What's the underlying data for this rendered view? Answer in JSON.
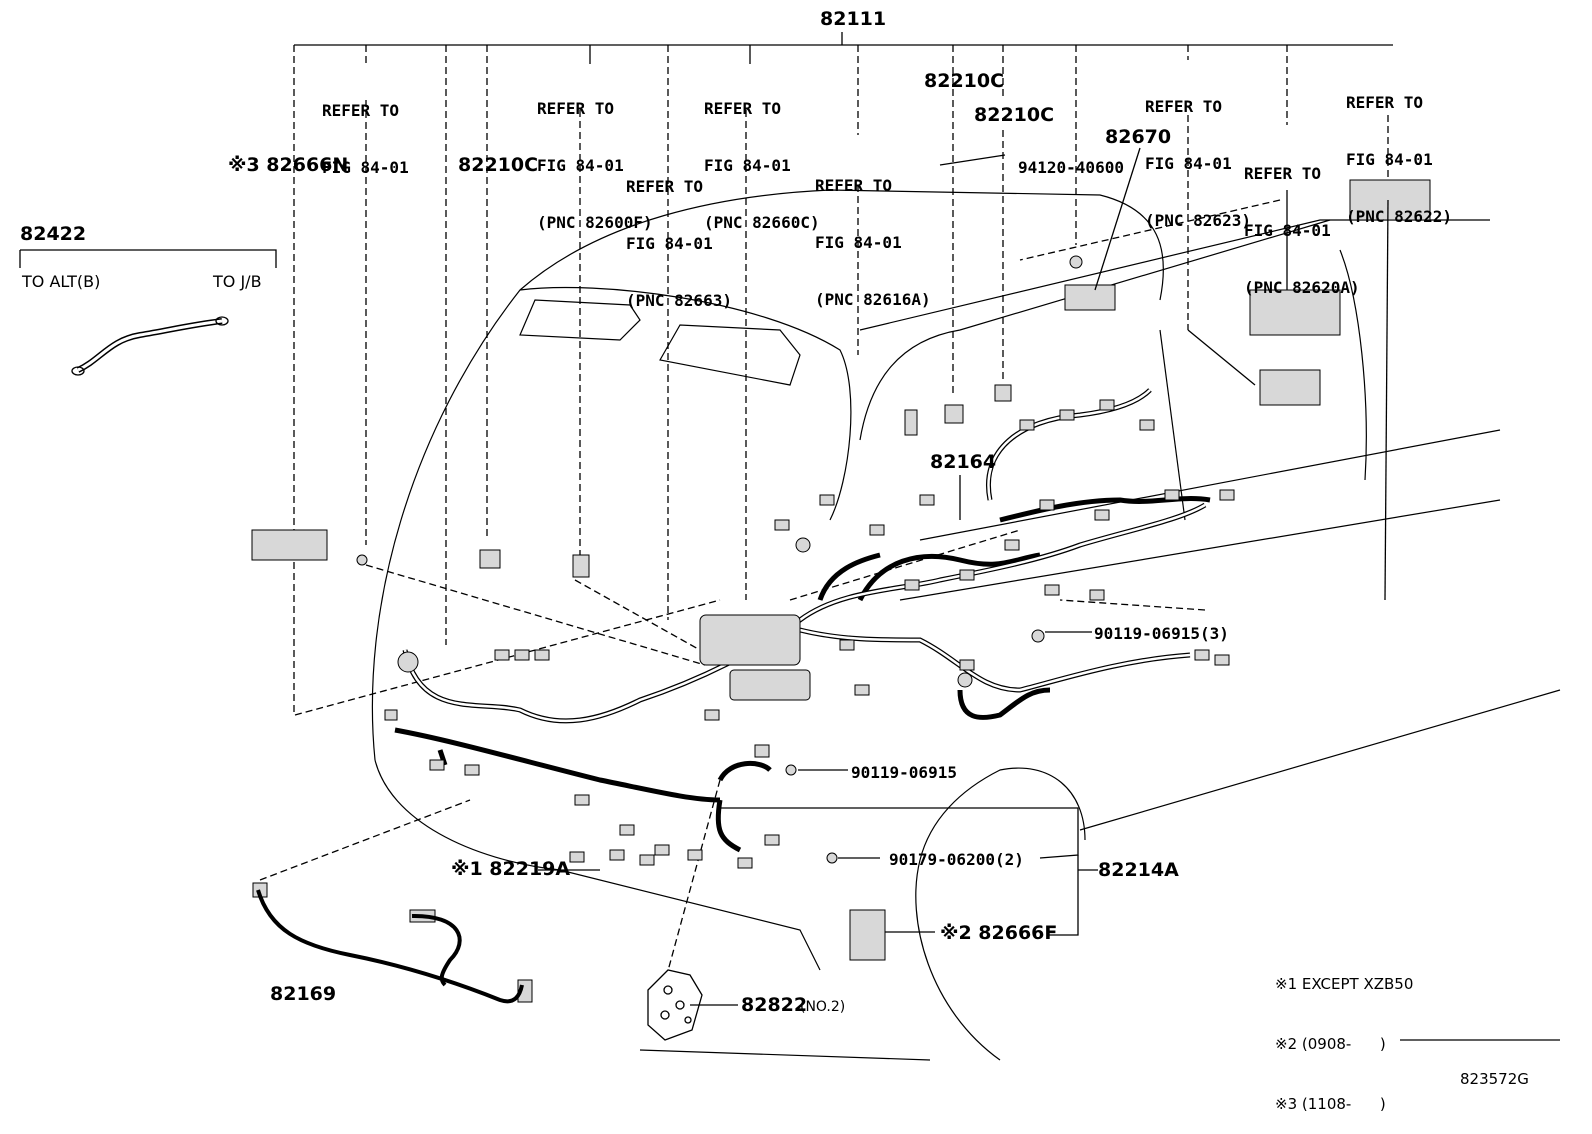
{
  "top_part": "82111",
  "callouts": {
    "r1": [
      "REFER TO",
      "FIG 84-01"
    ],
    "r2": [
      "REFER TO",
      "FIG 84-01",
      "(PNC 82600F)"
    ],
    "r3": [
      "REFER TO",
      "FIG 84-01",
      "(PNC 82660C)"
    ],
    "r4": [
      "REFER TO",
      "FIG 84-01",
      "(PNC 82663)"
    ],
    "r5": [
      "REFER TO",
      "FIG 84-01",
      "(PNC 82616A)"
    ],
    "r6": [
      "REFER TO",
      "FIG 84-01",
      "(PNC 82623)"
    ],
    "r7": [
      "REFER TO",
      "FIG 84-01",
      "(PNC 82620A)"
    ],
    "r8": [
      "REFER TO",
      "FIG 84-01",
      "(PNC 82622)"
    ]
  },
  "parts": {
    "p82666N": "※3 82666N",
    "p82210C_a": "82210C",
    "p82210C_b": "82210C",
    "p82210C_c": "82210C",
    "p82670": "82670",
    "p94120": "94120-40600",
    "p82422": "82422",
    "to_alt": "TO ALT(B)",
    "to_jb": "TO J/B",
    "p82164": "82164",
    "p90119_3": "90119-06915(3)",
    "p90119": "90119-06915",
    "p90179": "90179-06200(2)",
    "p82214A": "82214A",
    "p82219A": "※1 82219A",
    "p82666F": "※2 82666F",
    "p82169": "82169",
    "p82822": "82822",
    "p82822_note": "(NO.2)",
    "figure_id": "823572G"
  },
  "notes": [
    "※1 EXCEPT XZB50",
    "※2 (0908-      )",
    "※3 (1108-      )"
  ],
  "colors": {
    "line": "#000000",
    "background": "#ffffff",
    "part_fill": "#d8d8d8"
  }
}
